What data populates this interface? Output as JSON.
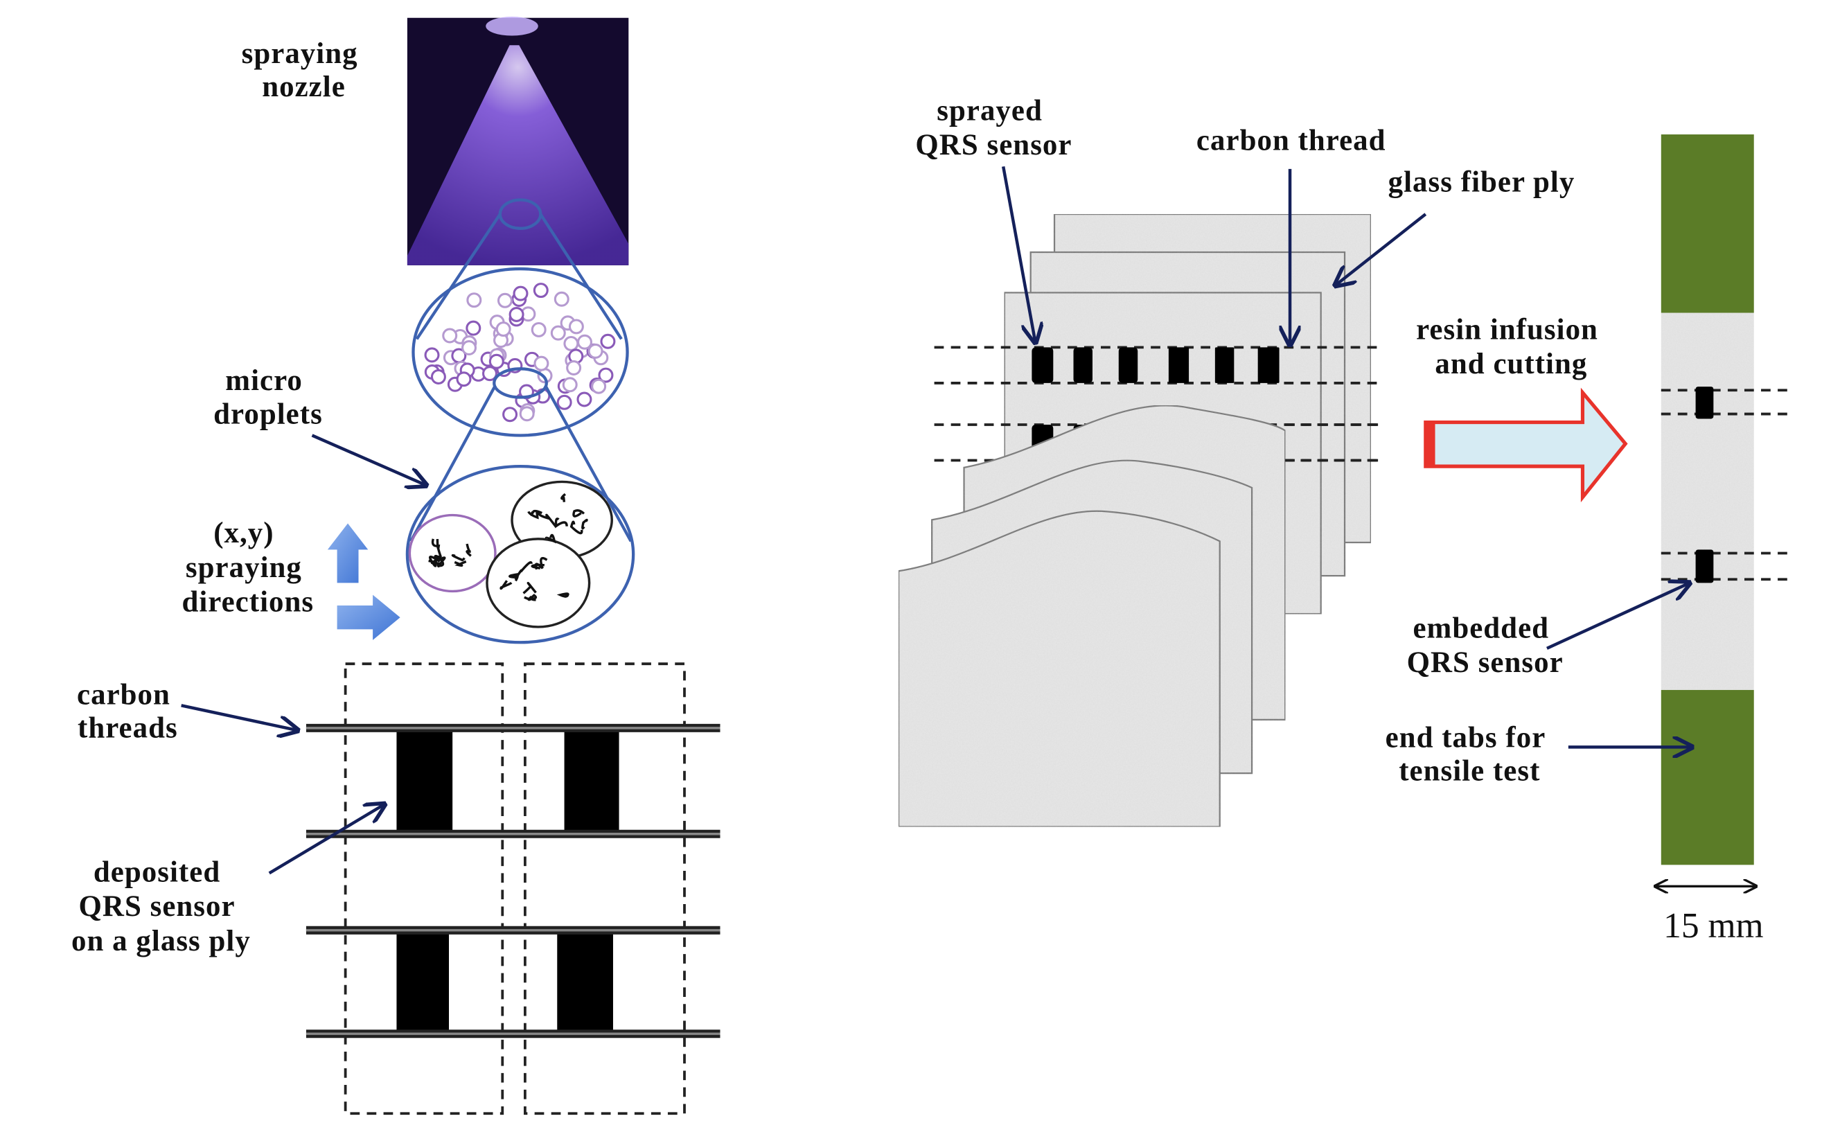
{
  "left_panel": {
    "nozzle_label": [
      "spraying",
      "nozzle"
    ],
    "droplets_label": [
      "micro",
      "droplets"
    ],
    "directions_label": [
      "(x,y)",
      "spraying",
      "directions"
    ],
    "threads_label": [
      "carbon",
      "threads"
    ],
    "deposited_label": [
      "deposited",
      "QRS sensor",
      "on a glass ply"
    ]
  },
  "right_panel": {
    "sprayed_label": [
      "sprayed",
      "QRS sensor"
    ],
    "carbon_thread_label": "carbon thread",
    "glass_ply_label": "glass fiber ply",
    "resin_label": [
      "resin infusion",
      "and cutting"
    ],
    "embedded_label": [
      "embedded",
      "QRS sensor"
    ],
    "end_tabs_label": [
      "end tabs for",
      "tensile test"
    ],
    "width_label": "15 mm"
  },
  "colors": {
    "end_tab": "#5b7c27",
    "arrow_outline": "#e8332b",
    "arrow_fill": "#d6ebf3",
    "nozzle_bg": "#140a2e",
    "spray": "#7a4fd6",
    "annotation_arrow": "#14205a"
  }
}
